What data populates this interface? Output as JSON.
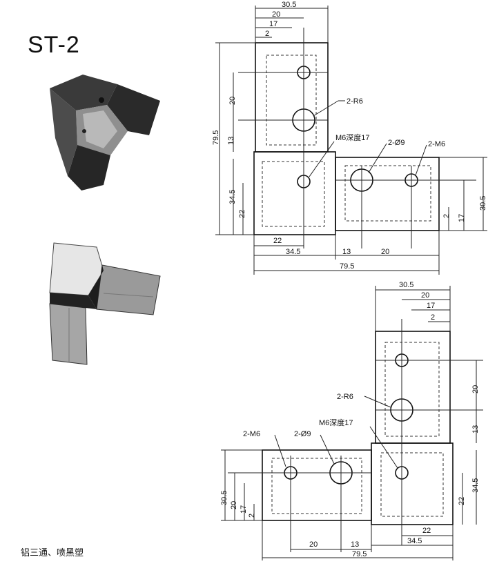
{
  "title": "ST-2",
  "caption": "铝三通、喷黑塑",
  "top_drawing": {
    "top_dims": [
      "30.5",
      "20",
      "17",
      "2"
    ],
    "left_dims": [
      "79.5",
      "20",
      "13",
      "34.5",
      "22"
    ],
    "right_dims": [
      "30.5",
      "17",
      "2"
    ],
    "bottom_dims": [
      "22",
      "34.5",
      "13",
      "20",
      "79.5"
    ],
    "callouts": [
      "2-R6",
      "M6深度17",
      "2-Ø9",
      "2-M6"
    ]
  },
  "bottom_drawing": {
    "top_dims": [
      "30.5",
      "20",
      "17",
      "2"
    ],
    "right_dims": [
      "20",
      "13",
      "34.5",
      "22"
    ],
    "left_dims": [
      "30.5",
      "20",
      "17",
      "2"
    ],
    "bottom_dims": [
      "20",
      "13",
      "22",
      "34.5",
      "79.5"
    ],
    "callouts": [
      "2-R6",
      "M6深度17",
      "2-M6",
      "2-Ø9"
    ]
  }
}
